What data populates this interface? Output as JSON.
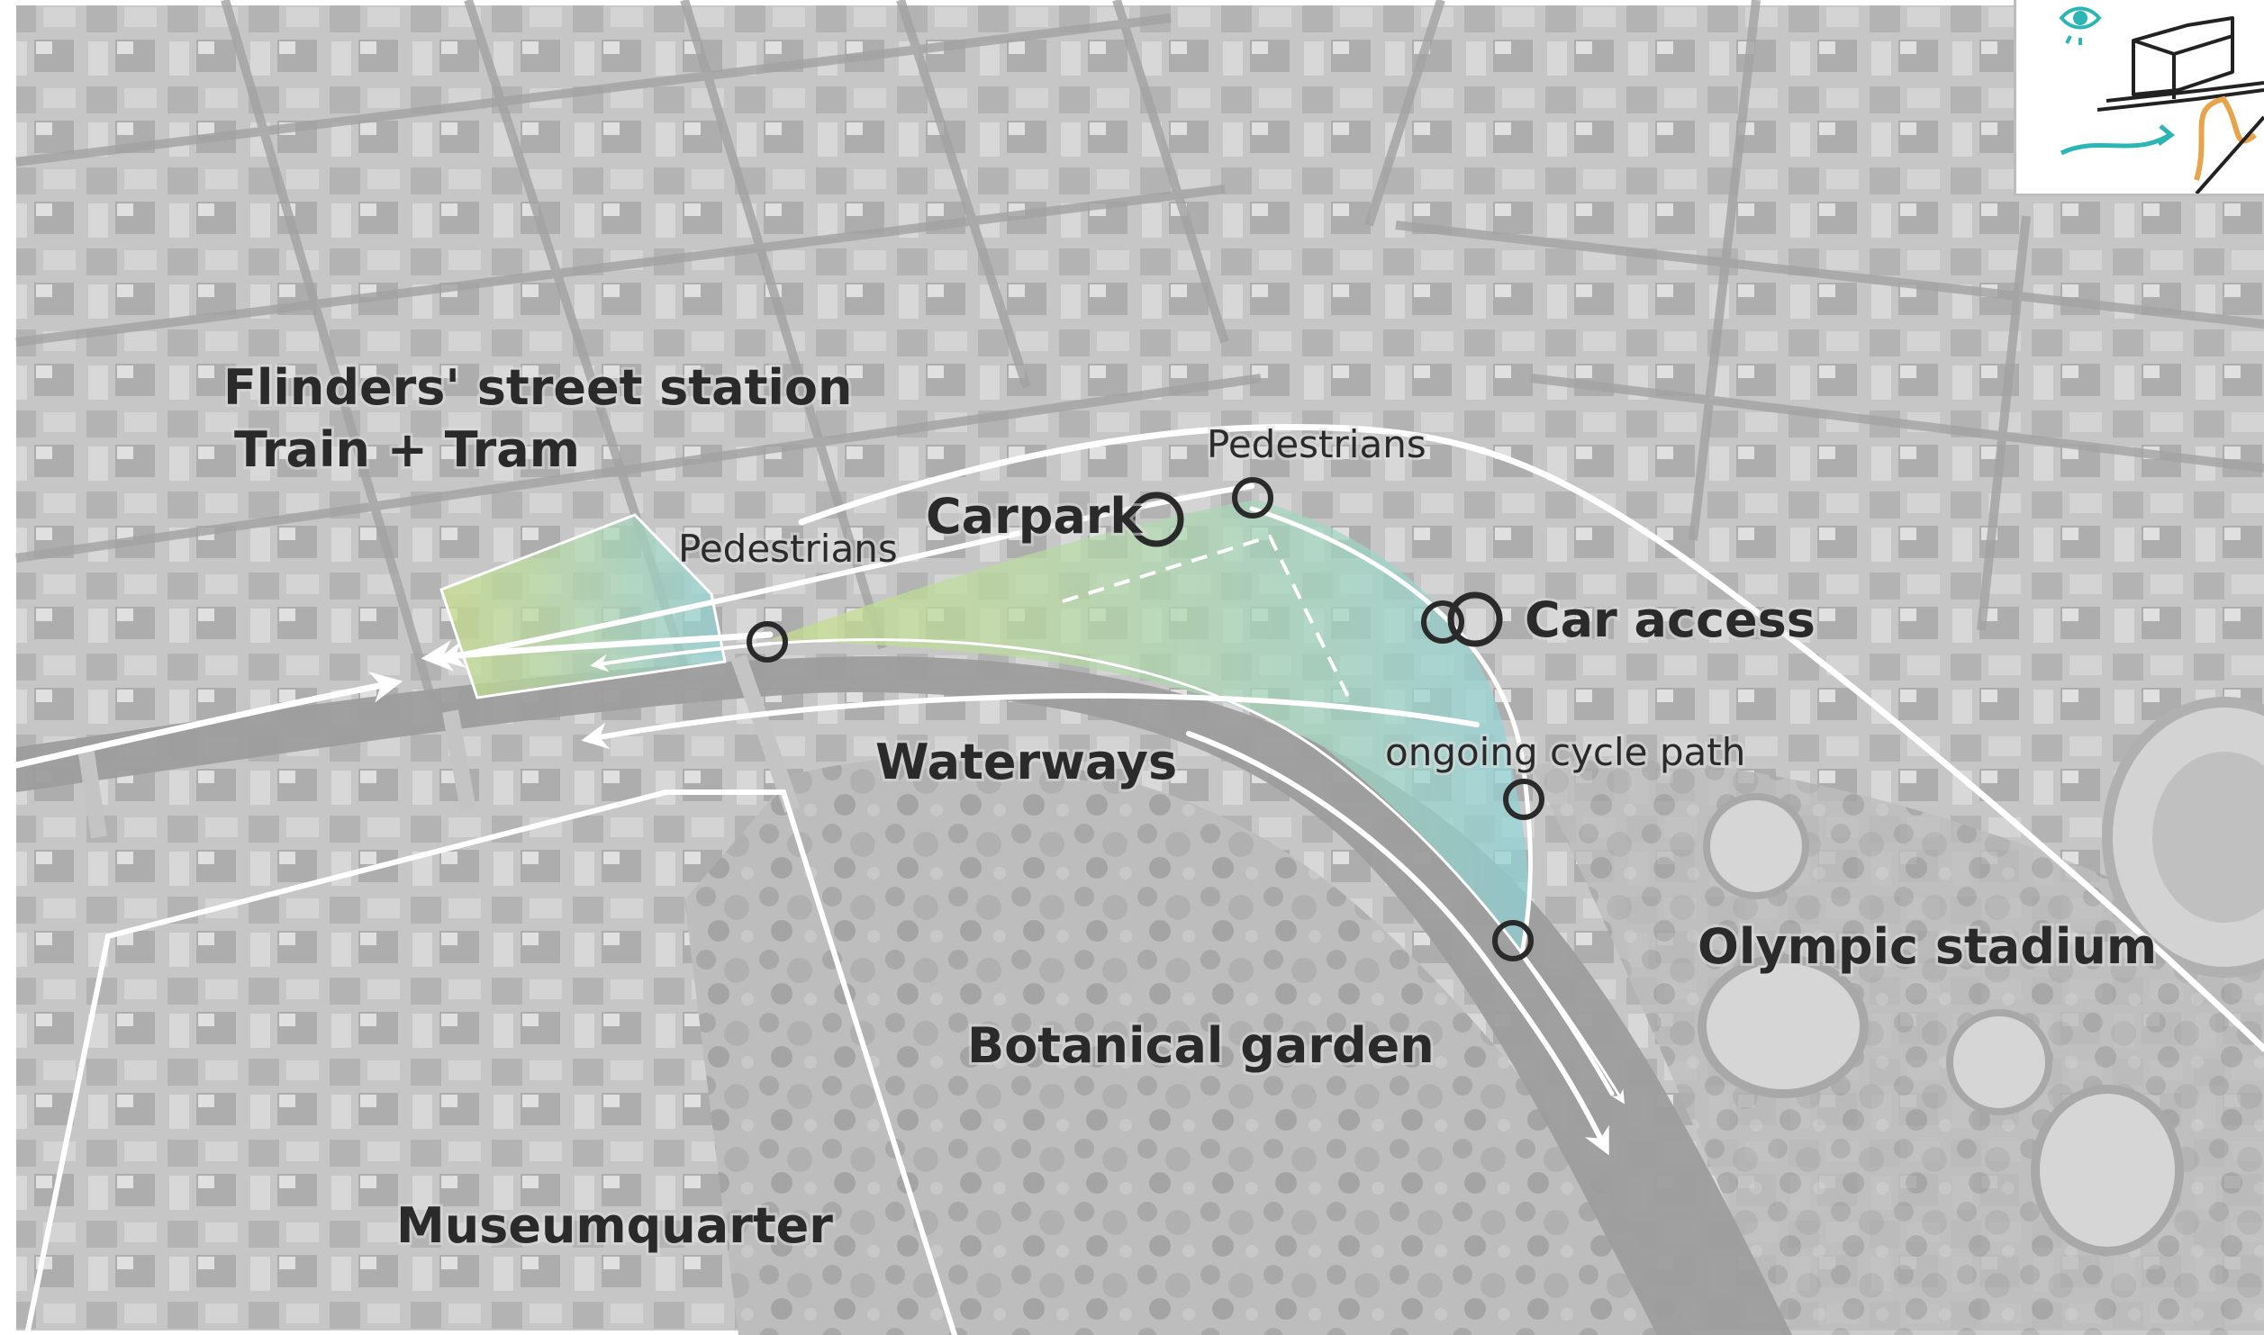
{
  "map": {
    "labels": {
      "station_line1": "Flinders' street station",
      "station_line2": "Train + Tram",
      "carpark": "Carpark",
      "car_access": "Car access",
      "pedestrians_north": "Pedestrians",
      "pedestrians_west": "Pedestrians",
      "waterways": "Waterways",
      "cycle_path": "ongoing cycle path",
      "olympic_stadium": "Olympic stadium",
      "botanical_garden": "Botanical garden",
      "museumquarter": "Museumquarter"
    },
    "colors": {
      "aerial_base": "#c9c9c9",
      "river": "#9e9e9e",
      "route_line": "#ffffff",
      "zone_green": "#b8d98a",
      "zone_teal": "#8fd3d8",
      "label_text": "#2a2a2a",
      "sketch_teal": "#2bb5b5",
      "sketch_orange": "#e8a44a"
    },
    "icons": [
      "node-circle-icon",
      "arrow-icon",
      "eye-icon",
      "building-sketch-icon"
    ]
  }
}
